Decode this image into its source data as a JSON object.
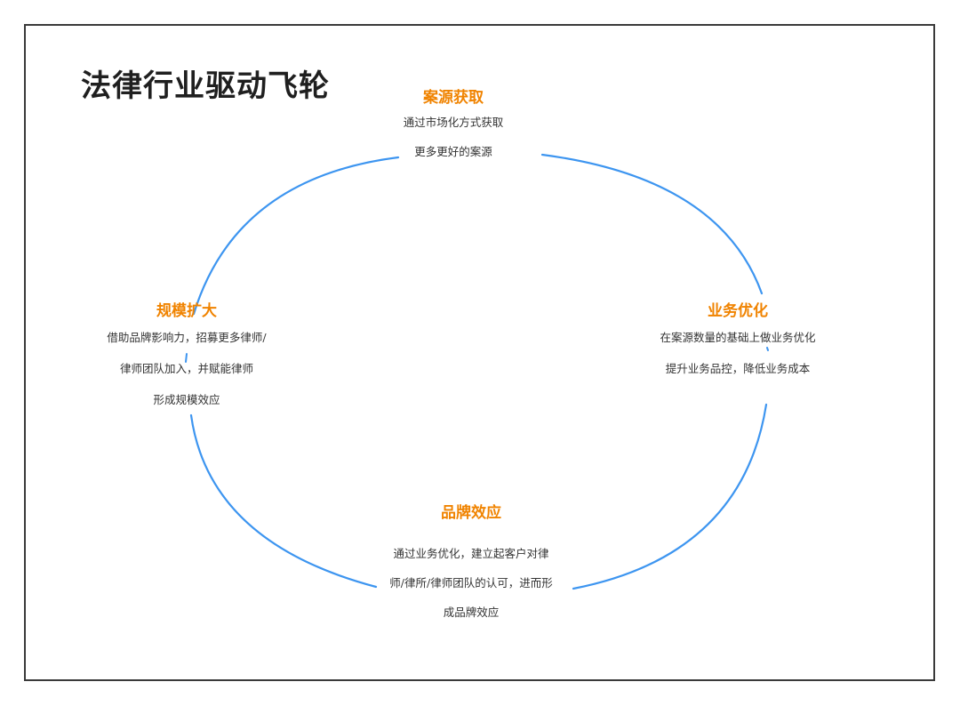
{
  "title": "法律行业驱动飞轮",
  "colors": {
    "accent": "#f08300",
    "ring": "#3d95f0",
    "text": "#333333"
  },
  "nodes": {
    "top": {
      "title": "案源获取",
      "lines": [
        "通过市场化方式获取",
        "更多更好的案源"
      ]
    },
    "right": {
      "title": "业务优化",
      "lines": [
        "在案源数量的基础上做业务优化",
        "提升业务品控，降低业务成本"
      ]
    },
    "bottom": {
      "title": "品牌效应",
      "lines": [
        "通过业务优化，建立起客户对律",
        "师/律所/律师团队的认可，进而形",
        "成品牌效应"
      ]
    },
    "left": {
      "title": "规模扩大",
      "lines": [
        "借助品牌影响力，招募更多律师/",
        "律师团队加入，并赋能律师",
        "形成规模效应"
      ]
    }
  }
}
